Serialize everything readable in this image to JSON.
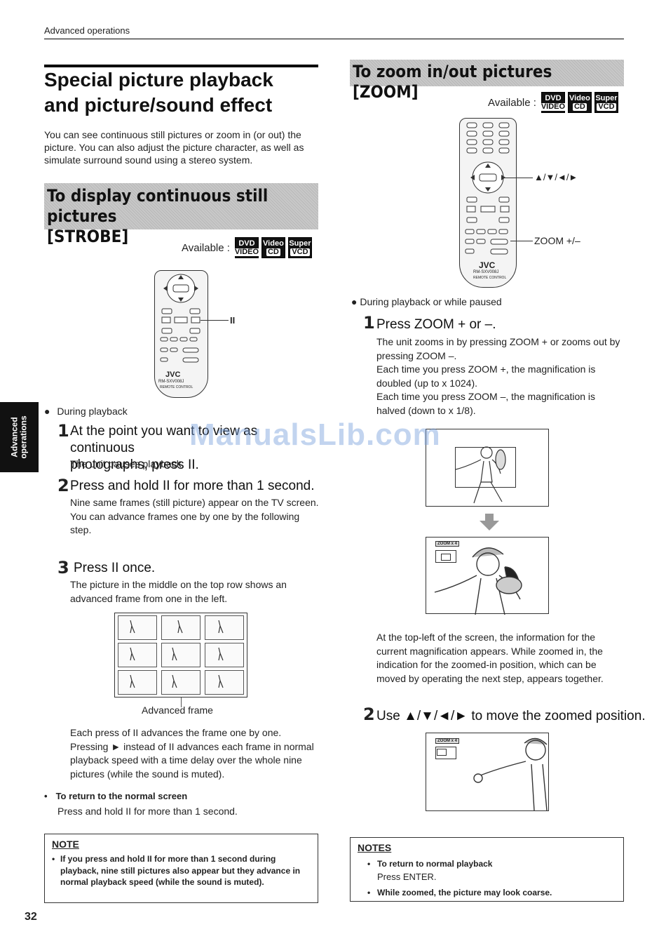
{
  "header": {
    "section": "Advanced operations"
  },
  "page_number": "32",
  "side_tab": {
    "line1": "Advanced",
    "line2": "operations"
  },
  "watermark": "ManualsLib.com",
  "title": {
    "line1": "Special picture playback",
    "line2": "and picture/sound effect"
  },
  "intro": "You can see continuous still pictures or zoom in (or out) the picture. You can also adjust the picture character, as well as simulate surround sound using a stereo system.",
  "available_label": "Available :",
  "logos": [
    {
      "top": "DVD",
      "bottom": "VIDEO"
    },
    {
      "top": "Video",
      "bottom": "CD"
    },
    {
      "top": "Super",
      "bottom": "VCD"
    }
  ],
  "strobe": {
    "title_line1": "To display continuous still pictures",
    "title_line2": "[STROBE]",
    "remote_callout": "II",
    "remote_brand": "JVC",
    "remote_model": "RM-SXV008J",
    "remote_caption": "REMOTE CONTROL",
    "condition": "During playback",
    "steps": [
      {
        "num": "1",
        "head_line1": "At the point you want to view as continuous",
        "head_line2": "photographs, press II.",
        "body": "The unit pauses playback."
      },
      {
        "num": "2",
        "head_line1": "Press and hold II for more than 1 second.",
        "body_line1": "Nine same frames (still picture) appear on the TV screen.",
        "body_line2": "You can advance frames one by one by the following step."
      },
      {
        "num": "3",
        "head_line1": "Press II once.",
        "body": "The picture in the middle on the top row shows an advanced frame from one in the left."
      }
    ],
    "frame_caption": "Advanced frame",
    "after_text": "Each press of II advances the frame one by one. Pressing ► instead of II advances each frame in normal playback speed with a time delay over the whole nine pictures (while the sound is muted).",
    "return_title": "To return to the normal screen",
    "return_body": "Press and hold II for more than 1 second.",
    "note_title": "NOTE",
    "note_items": [
      "If you press and hold II for more than 1 second during playback, nine still pictures also appear but they advance in normal playback speed (while the sound is muted)."
    ]
  },
  "zoom": {
    "title": "To zoom in/out pictures [ZOOM]",
    "callout_arrows": "▲/▼/◄/►",
    "callout_zoom": "ZOOM +/–",
    "remote_brand": "JVC",
    "remote_model": "RM-SXV008J",
    "remote_caption": "REMOTE CONTROL",
    "condition": "During playback or while paused",
    "step1": {
      "num": "1",
      "head": "Press ZOOM + or –.",
      "body_line1": "The unit zooms in by pressing ZOOM + or zooms out by pressing ZOOM –.",
      "body_line2": "Each time you press ZOOM +, the magnification is doubled (up to x 1024).",
      "body_line3": "Each time you press ZOOM –, the magnification is halved (down to x 1/8)."
    },
    "zoom_badge": "ZOOM x 4",
    "after_text": "At the top-left of the screen, the information for the current magnification appears. While zoomed in, the indication for the zoomed-in position, which can be moved by operating the next step, appears together.",
    "step2": {
      "num": "2",
      "head": "Use ▲/▼/◄/► to move the zoomed position."
    },
    "notes_title": "NOTES",
    "notes": [
      {
        "title": "To return to normal playback",
        "body": "Press ENTER."
      },
      {
        "title": "While zoomed, the picture may look coarse.",
        "body": ""
      }
    ]
  }
}
